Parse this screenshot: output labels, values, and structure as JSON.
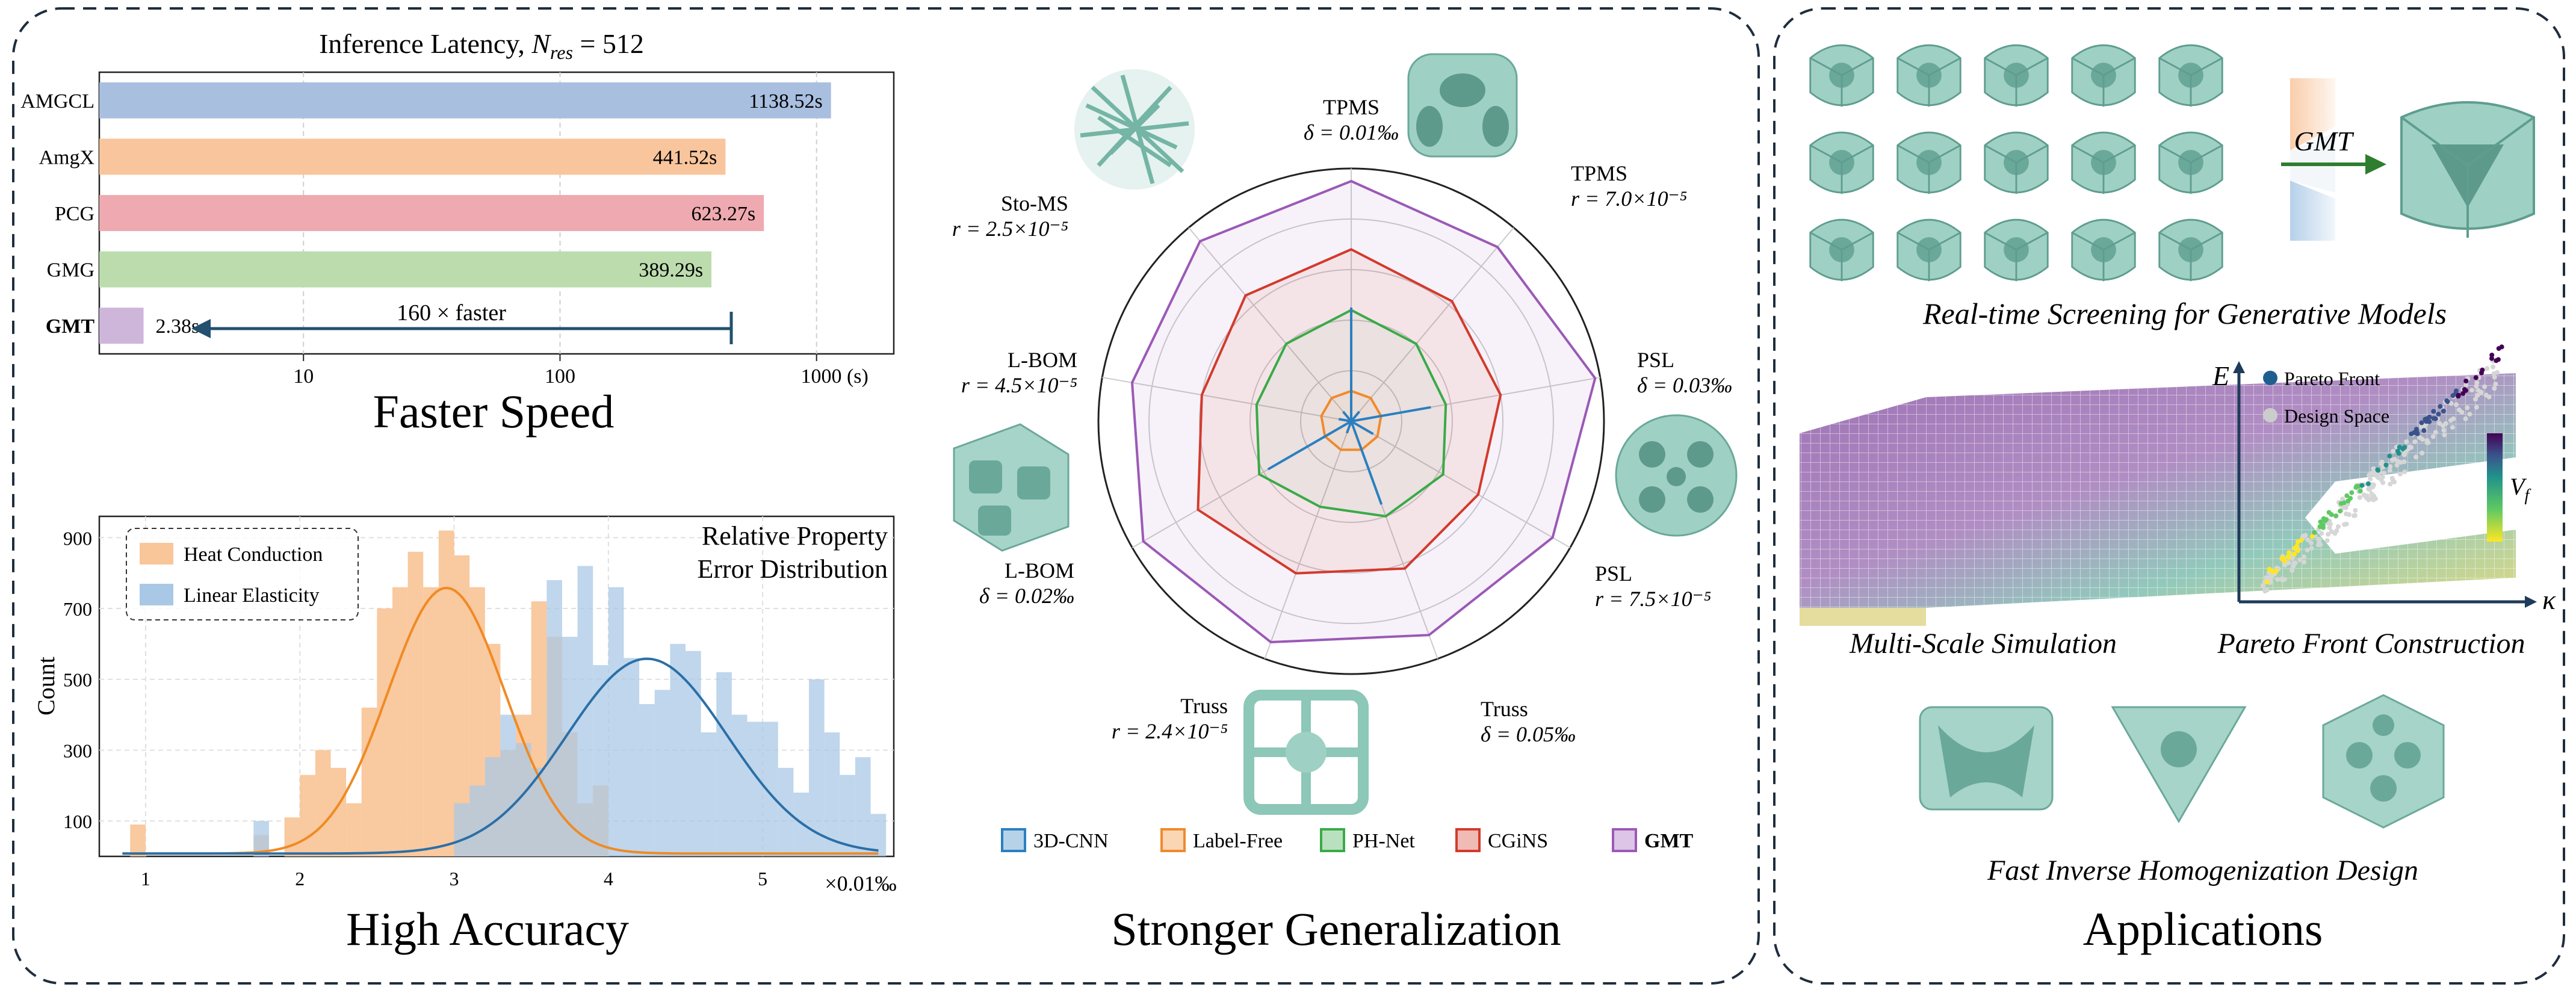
{
  "speed": {
    "title": "Inference Latency, ",
    "title_math": "N",
    "title_math_sub": "res",
    "title_eq": " = 512",
    "section_label": "Faster Speed",
    "speedup_label": "160 × faster",
    "axis_unit": "(s)",
    "colors": {
      "AMGCL": "#a9bfe0",
      "AmgX": "#f8c59c",
      "PCG": "#eeaab0",
      "GMG": "#bcdcae",
      "GMT": "#cdb6da"
    }
  },
  "speed_chart": {
    "type": "bar",
    "orientation": "horizontal",
    "scale": "log",
    "categories": [
      "AMGCL",
      "AmgX",
      "PCG",
      "GMG",
      "GMT"
    ],
    "values": [
      1138.52,
      441.52,
      623.27,
      389.29,
      2.38
    ],
    "value_labels": [
      "1138.52s",
      "441.52s",
      "623.27s",
      "389.29s",
      "2.38s"
    ],
    "xticks": [
      10,
      100,
      1000
    ],
    "xtick_labels": [
      "10",
      "100",
      "1000 (s)"
    ],
    "xlim": [
      1.6,
      2000
    ]
  },
  "accuracy": {
    "section_label": "High Accuracy",
    "title_line1": "Relative Property",
    "title_line2": "Error Distribution",
    "legend": [
      "Heat Conduction",
      "Linear Elasticity"
    ],
    "ylabel": "Count",
    "xunit": "×0.01‰",
    "colors": {
      "heat": "#f9c69a",
      "heat_curve": "#f08a24",
      "elastic": "#a9c8e6",
      "elastic_curve": "#2a6fa8",
      "overlap": "#b9b0a8"
    }
  },
  "accuracy_chart": {
    "type": "histogram",
    "xlim": [
      0.7,
      5.85
    ],
    "ylim": [
      0,
      960
    ],
    "xticks": [
      1,
      2,
      3,
      4,
      5
    ],
    "yticks": [
      100,
      300,
      500,
      700,
      900
    ],
    "series": [
      {
        "name": "Heat Conduction",
        "bins_x": [
          0.9,
          1.7,
          1.9,
          2.0,
          2.1,
          2.2,
          2.3,
          2.4,
          2.5,
          2.6,
          2.7,
          2.8,
          2.9,
          3.0,
          3.1,
          3.2,
          3.3,
          3.4,
          3.5,
          3.6,
          3.7,
          3.8,
          3.9
        ],
        "counts": [
          90,
          60,
          110,
          230,
          300,
          250,
          150,
          420,
          700,
          760,
          860,
          760,
          920,
          850,
          760,
          600,
          300,
          400,
          720,
          620,
          350,
          150,
          200
        ],
        "curve_peak": 750,
        "curve_mean": 2.95,
        "curve_sd": 0.38
      },
      {
        "name": "Linear Elasticity",
        "bins_x": [
          1.7,
          3.0,
          3.1,
          3.2,
          3.3,
          3.4,
          3.5,
          3.6,
          3.7,
          3.8,
          3.9,
          4.0,
          4.1,
          4.2,
          4.3,
          4.4,
          4.5,
          4.6,
          4.7,
          4.8,
          4.9,
          5.0,
          5.1,
          5.2,
          5.3,
          5.4,
          5.5,
          5.6,
          5.7
        ],
        "counts": [
          100,
          150,
          200,
          280,
          400,
          320,
          250,
          780,
          620,
          820,
          540,
          760,
          560,
          430,
          470,
          600,
          580,
          350,
          520,
          400,
          380,
          380,
          250,
          180,
          500,
          350,
          230,
          280,
          120
        ],
        "curve_peak": 550,
        "curve_mean": 4.25,
        "curve_sd": 0.52
      }
    ]
  },
  "generalization": {
    "section_label": "Stronger Generalization",
    "axes": [
      {
        "name": "TPMS",
        "param": "δ = 0.01‰"
      },
      {
        "name": "TPMS",
        "param": "r = 7.0×10⁻⁵"
      },
      {
        "name": "PSL",
        "param": "δ = 0.03‰"
      },
      {
        "name": "PSL",
        "param": "r = 7.5×10⁻⁵"
      },
      {
        "name": "Truss",
        "param": "δ = 0.05‰"
      },
      {
        "name": "Truss",
        "param": "r = 2.4×10⁻⁵"
      },
      {
        "name": "L-BOM",
        "param": "δ = 0.02‰"
      },
      {
        "name": "L-BOM",
        "param": "r = 4.5×10⁻⁵"
      },
      {
        "name": "Sto-MS",
        "param": "r = 2.5×10⁻⁵"
      }
    ],
    "legend": [
      "3D-CNN",
      "Label-Free",
      "PH-Net",
      "CGiNS",
      "GMT"
    ],
    "colors": {
      "3D-CNN": "#2b7fc0",
      "Label-Free": "#f08a2c",
      "PH-Net": "#3aaa48",
      "CGiNS": "#d33a2c",
      "GMT": "#9b59b6"
    }
  },
  "radar_chart": {
    "type": "radar",
    "categories": [
      "TPMS δ",
      "TPMS r",
      "PSL δ",
      "PSL r",
      "Truss δ",
      "Truss r",
      "L-BOM δ",
      "L-BOM r",
      "Sto-MS r"
    ],
    "rmax": 1.0,
    "series": [
      {
        "name": "3D-CNN",
        "values": [
          0.45,
          0.05,
          0.32,
          0.1,
          0.35,
          0.05,
          0.38,
          0.05,
          0.05
        ]
      },
      {
        "name": "Label-Free",
        "values": [
          0.12,
          0.12,
          0.12,
          0.12,
          0.12,
          0.12,
          0.12,
          0.12,
          0.12
        ]
      },
      {
        "name": "PH-Net",
        "values": [
          0.44,
          0.4,
          0.38,
          0.42,
          0.4,
          0.36,
          0.42,
          0.38,
          0.4
        ]
      },
      {
        "name": "CGiNS",
        "values": [
          0.68,
          0.62,
          0.6,
          0.58,
          0.62,
          0.64,
          0.7,
          0.6,
          0.65
        ]
      },
      {
        "name": "GMT",
        "values": [
          0.95,
          0.9,
          0.98,
          0.92,
          0.9,
          0.93,
          0.95,
          0.88,
          0.93
        ]
      }
    ]
  },
  "applications": {
    "section_label": "Applications",
    "gmt_arrow_label": "GMT",
    "screening_caption": "Real-time Screening for Generative Models",
    "multiscale_caption": "Multi-Scale Simulation",
    "pareto_caption": "Pareto Front Construction",
    "inverse_caption": "Fast Inverse Homogenization Design",
    "pareto_legend": [
      "Pareto Front",
      "Design Space"
    ],
    "pareto_y": "E",
    "pareto_x": "κ",
    "pareto_colorbar": "V",
    "pareto_colorbar_sub": "f"
  }
}
